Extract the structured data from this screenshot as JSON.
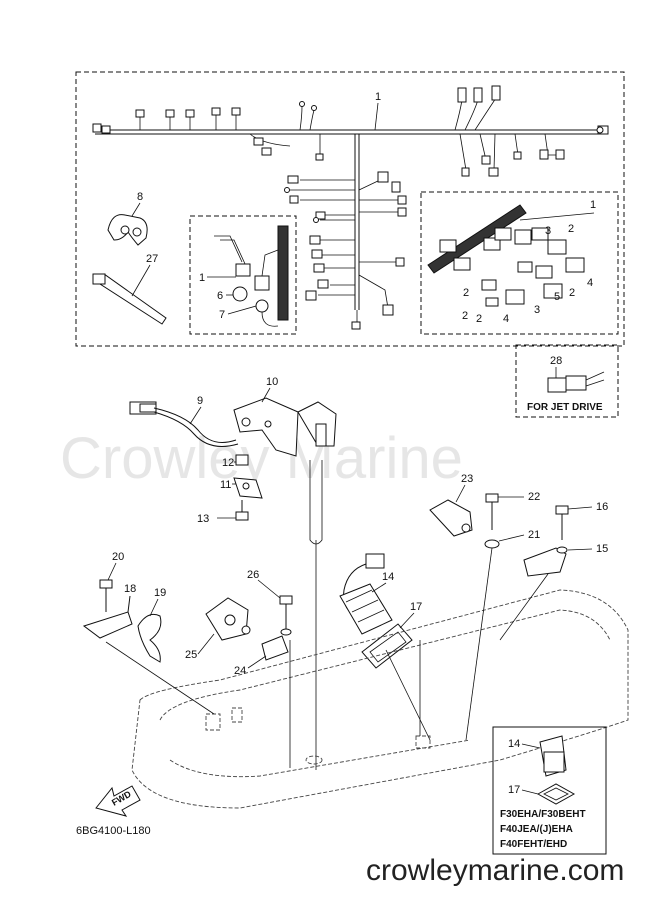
{
  "watermark": "Crowley Marine",
  "diagram_code": "6BG4100-L180",
  "website": "crowleymarine.com",
  "fwd_label": "FWD",
  "jet_drive_label": "FOR JET DRIVE",
  "model_box_lines": [
    "F30EHA/F30BEHT",
    "F40JEA/(J)EHA",
    "F40FEHT/EHD"
  ],
  "callouts": {
    "c1_main": "1",
    "c1_left": "1",
    "c1_right": "1",
    "c2a": "2",
    "c2b": "2",
    "c2c": "2",
    "c2d": "2",
    "c2e": "2",
    "c3a": "3",
    "c3b": "3",
    "c4a": "4",
    "c4b": "4",
    "c5": "5",
    "c6": "6",
    "c7": "7",
    "c8": "8",
    "c9": "9",
    "c10": "10",
    "c11": "11",
    "c12": "12",
    "c13": "13",
    "c14": "14",
    "c14b": "14",
    "c15": "15",
    "c16": "16",
    "c17": "17",
    "c17b": "17",
    "c18": "18",
    "c19": "19",
    "c20": "20",
    "c21": "21",
    "c22": "22",
    "c23": "23",
    "c24": "24",
    "c25": "25",
    "c26": "26",
    "c27": "27",
    "c28": "28"
  }
}
